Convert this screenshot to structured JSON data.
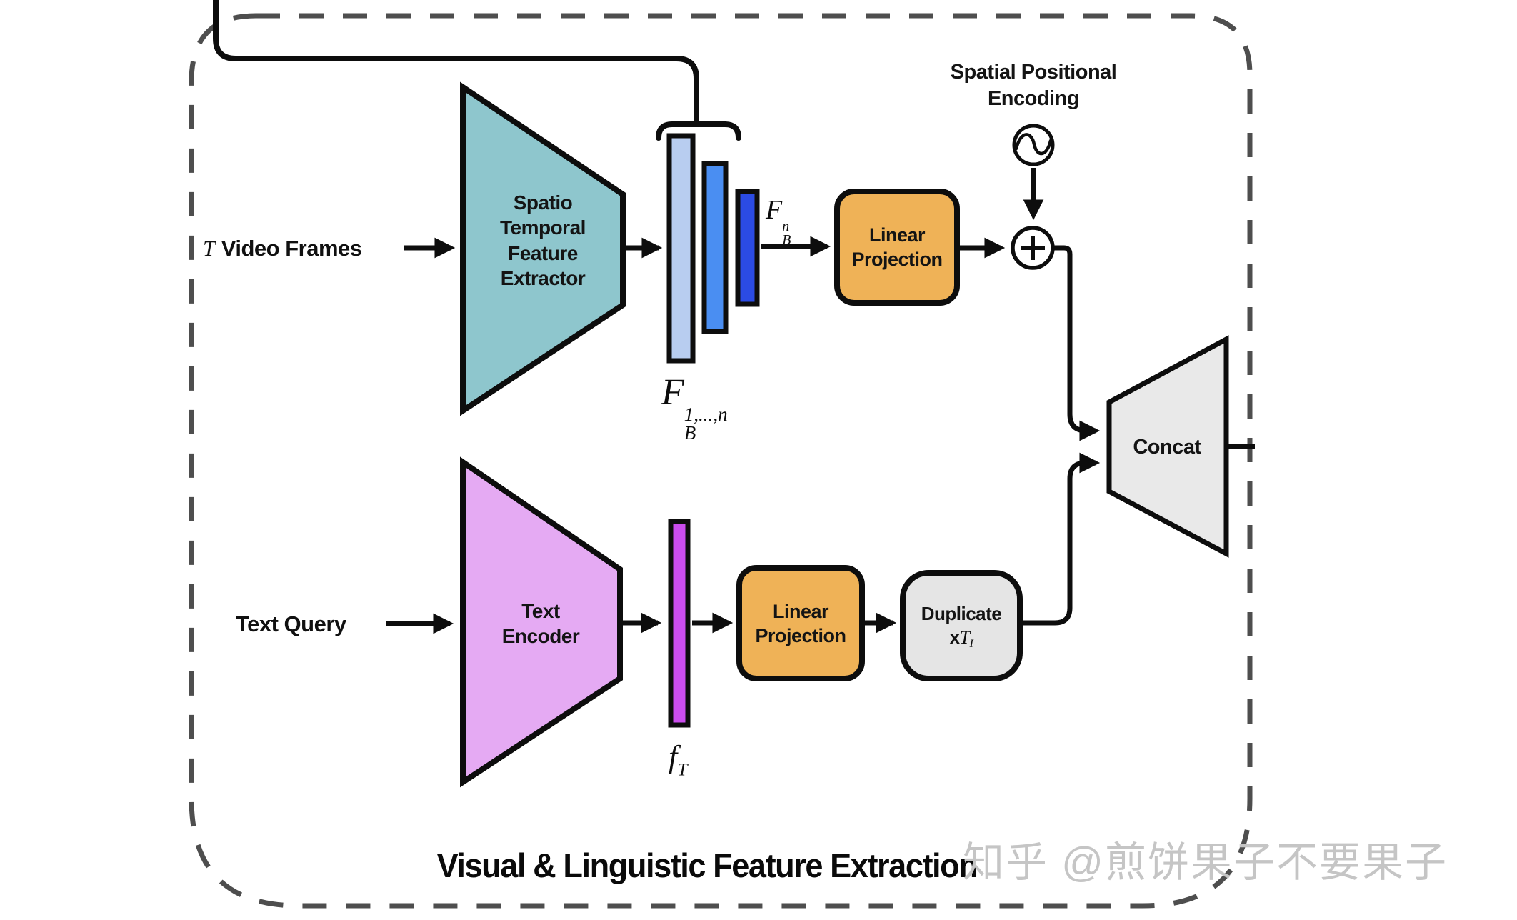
{
  "caption": "Visual & Linguistic Feature Extraction",
  "watermark": "知乎 @煎饼果子不要果子",
  "inputs": {
    "video": {
      "var": "T",
      "label": "Video Frames"
    },
    "text_query": "Text Query"
  },
  "nodes": {
    "extractor": {
      "lines": [
        "Spatio",
        "Temporal",
        "Feature",
        "Extractor"
      ],
      "fill": "#8ec6cd"
    },
    "encoder": {
      "lines": [
        "Text",
        "Encoder"
      ],
      "fill": "#e5aaf3"
    },
    "linproj_video": {
      "lines": [
        "Linear",
        "Projection"
      ],
      "fill": "#efb257"
    },
    "linproj_text": {
      "lines": [
        "Linear",
        "Projection"
      ],
      "fill": "#efb257"
    },
    "duplicate": {
      "line1": "Duplicate",
      "mult": "x",
      "var": "T",
      "sub": "I",
      "fill": "#e5e5e5"
    },
    "concat": {
      "label": "Concat",
      "fill": "#e9e9e9"
    },
    "spatial_positional_encoding": {
      "lines": [
        "Spatial Positional",
        "Encoding"
      ]
    }
  },
  "math": {
    "feature_pyramid": {
      "base": "F",
      "sup": "1,...,n",
      "sub": "B"
    },
    "feature_last": {
      "base": "F",
      "sup": "n",
      "sub": "B"
    },
    "text_feature": {
      "base": "f",
      "sub": "T"
    }
  },
  "colors": {
    "bar_light_blue": "#b8cdf0",
    "bar_mid_blue": "#4a8ef2",
    "bar_dark_blue": "#2b4be4",
    "bar_magenta": "#cb4dee",
    "stroke": "#0d0d0d",
    "dashed_border": "#4e4e4e"
  }
}
